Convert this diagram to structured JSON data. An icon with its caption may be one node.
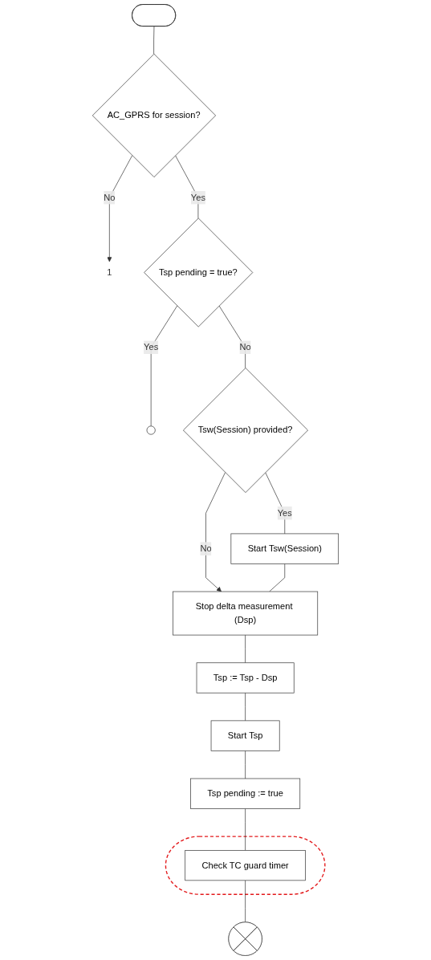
{
  "diagram": {
    "nodes": [
      {
        "text": [],
        "shape": "stadium"
      },
      {
        "text": [
          "AC_GPRS for session?"
        ]
      },
      {
        "text": [
          "1"
        ]
      },
      {
        "text": [
          "Tsp pending = true?"
        ]
      },
      {
        "text": [],
        "shape": "circle"
      },
      {
        "text": [
          "Tsw(Session) provided?"
        ]
      },
      {
        "text": [
          "Start Tsw(Session)"
        ]
      },
      {
        "text": [
          "Stop delta measurement (Dsp)"
        ]
      },
      {
        "text": [
          "Tsp := Tsp - Dsp"
        ]
      },
      {
        "text": [
          "Start Tsp"
        ]
      },
      {
        "text": [
          "Tsp pending := true"
        ]
      },
      {
        "text": [],
        "shape": "ellipse"
      },
      {
        "text": [
          "Check TC guard timer"
        ],
        "in": 11
      },
      {
        "text": [],
        "shape": "cross"
      }
    ],
    "edges": [
      {
        "from": 0,
        "to": 1,
        "arrow": "none"
      },
      {
        "from": 1,
        "to": 2,
        "label": "No",
        "arrow": "to"
      },
      {
        "from": 1,
        "to": 3,
        "label": "Yes",
        "arrow": "none"
      },
      {
        "from": 3,
        "to": 4,
        "label": "Yes",
        "arrow": "none"
      },
      {
        "from": 3,
        "to": 5,
        "label": "No",
        "arrow": "none"
      },
      {
        "from": 5,
        "to": 6,
        "label": "Yes",
        "arrow": "none"
      },
      {
        "from": 5,
        "to": 7,
        "label": "No",
        "arrow": "to"
      },
      {
        "from": 6,
        "to": 7,
        "arrow": "none"
      },
      {
        "from": 7,
        "to": 8,
        "arrow": "none"
      },
      {
        "from": 8,
        "to": 9,
        "arrow": "none"
      },
      {
        "from": 9,
        "to": 10,
        "arrow": "none"
      },
      {
        "from": 10,
        "to": 12,
        "arrow": "none"
      },
      {
        "from": 12,
        "to": 13,
        "arrow": "none"
      }
    ]
  }
}
